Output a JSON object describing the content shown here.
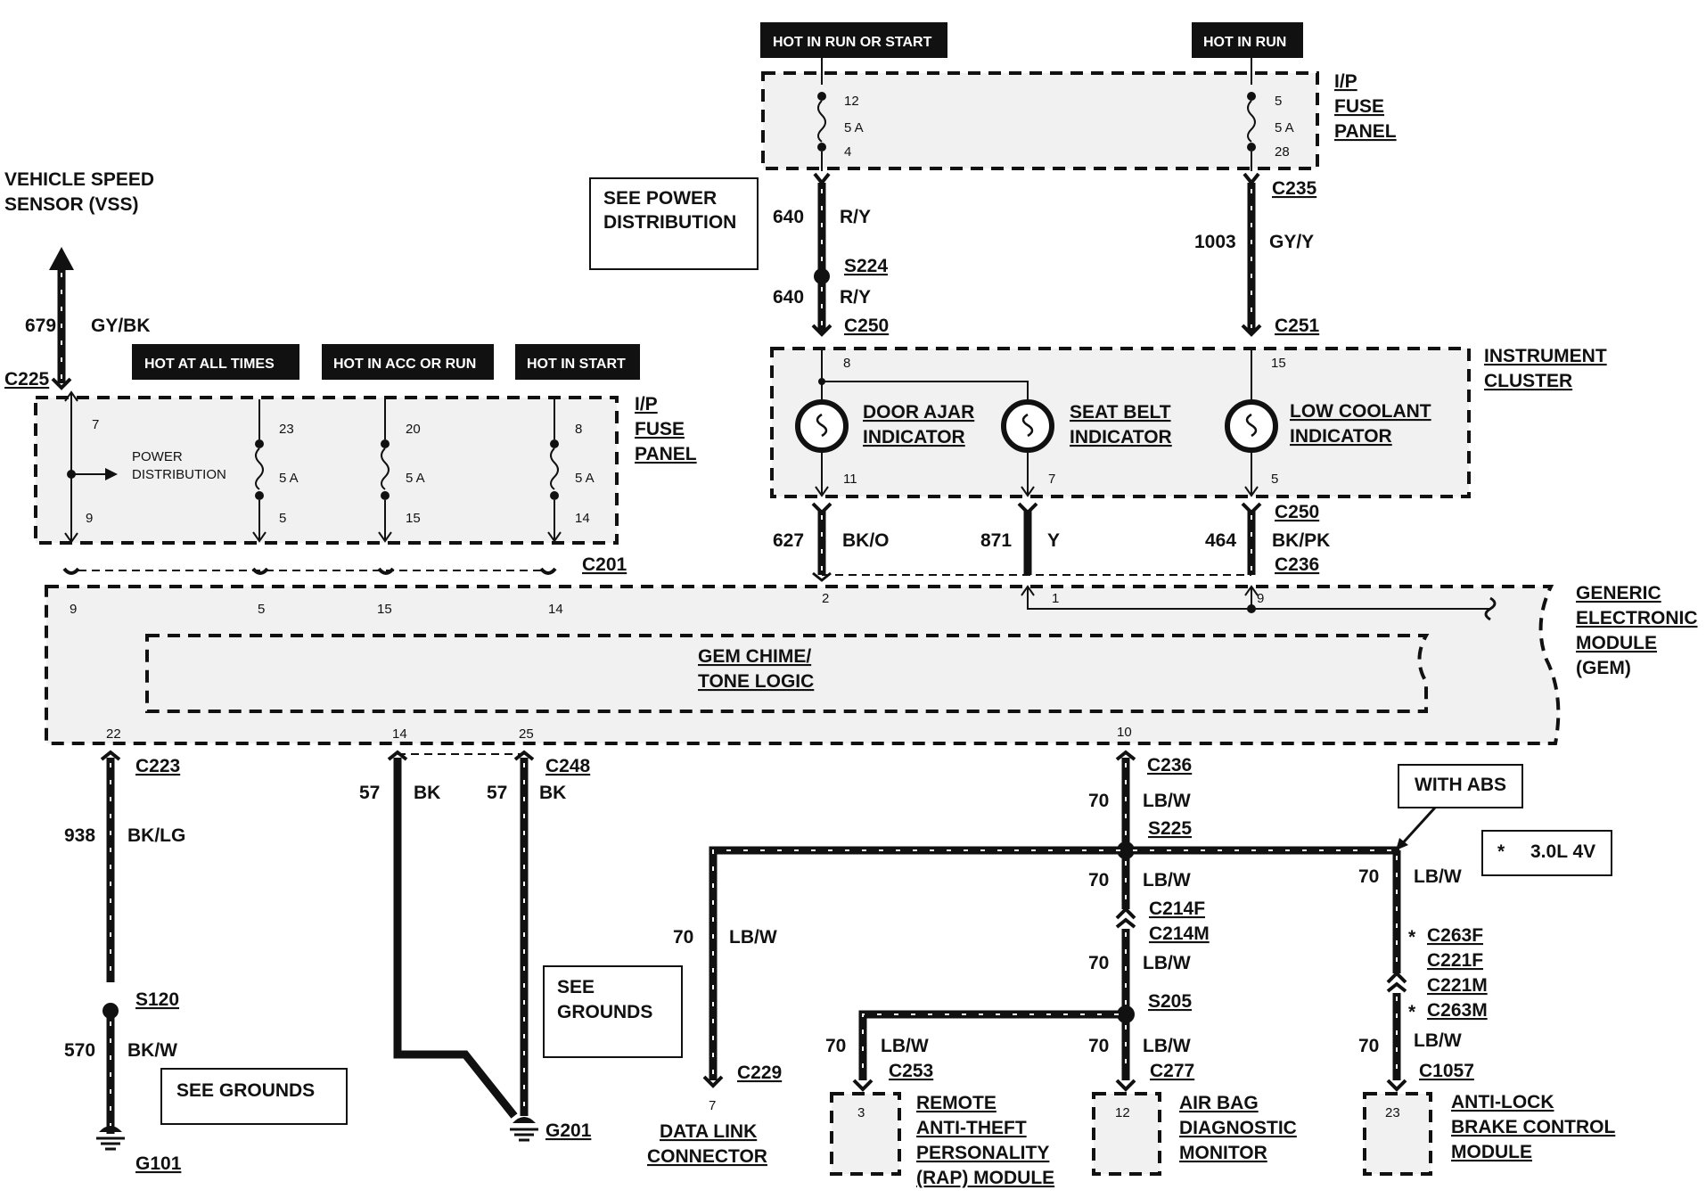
{
  "colors": {
    "ink": "#111111",
    "background": "#ffffff",
    "tag_fill": "#111111",
    "tag_text": "#ffffff"
  },
  "power_tags": {
    "hot_run_or_start": "HOT IN RUN OR START",
    "hot_in_run": "HOT IN RUN",
    "hot_at_all_times": "HOT AT ALL TIMES",
    "hot_acc_or_run": "HOT IN ACC OR RUN",
    "hot_in_start": "HOT IN START"
  },
  "ip_fuse_panel_label": [
    "I/P",
    "FUSE",
    "PANEL"
  ],
  "fuses_top": [
    {
      "in": "12",
      "rating": "5 A",
      "out": "4"
    },
    {
      "in": "5",
      "rating": "5 A",
      "out": "28"
    }
  ],
  "fuses_left": [
    {
      "in": "23",
      "rating": "5 A",
      "out": "5"
    },
    {
      "in": "20",
      "rating": "5 A",
      "out": "15"
    },
    {
      "in": "8",
      "rating": "5 A",
      "out": "14"
    }
  ],
  "fuse_left_pins": {
    "top": "7",
    "bottom": "9"
  },
  "power_distribution_label": [
    "POWER",
    "DISTRIBUTION"
  ],
  "see_power_distribution": [
    "SEE POWER",
    "DISTRIBUTION"
  ],
  "vss_label": [
    "VEHICLE SPEED",
    "SENSOR (VSS)"
  ],
  "instrument_cluster_label": [
    "INSTRUMENT",
    "CLUSTER"
  ],
  "gem_label": [
    "GENERIC",
    "ELECTRONIC",
    "MODULE",
    "(GEM)"
  ],
  "gem_logic": [
    "GEM CHIME/",
    "TONE LOGIC"
  ],
  "indicators": [
    {
      "label": [
        "DOOR AJAR",
        "INDICATOR"
      ]
    },
    {
      "label": [
        "SEAT BELT",
        "INDICATOR"
      ]
    },
    {
      "label": [
        "LOW COOLANT",
        "INDICATOR"
      ]
    }
  ],
  "cluster_pins": {
    "p8": "8",
    "p15": "15",
    "p11": "11",
    "p7": "7",
    "p5": "5"
  },
  "gem_pins": {
    "t9": "9",
    "t5": "5",
    "t15": "15",
    "t14": "14",
    "t2": "2",
    "t1": "1",
    "t9b": "9",
    "b22": "22",
    "b14": "14",
    "b25": "25",
    "b10": "10"
  },
  "connectors": {
    "c225": "C225",
    "c201": "C201",
    "c235": "C235",
    "c250": "C250",
    "c251": "C251",
    "c250b": "C250",
    "c236": "C236",
    "c223": "C223",
    "c248": "C248",
    "c236b": "C236",
    "c214f": "C214F",
    "c214m": "C214M",
    "c263f": "C263F",
    "c221f": "C221F",
    "c221m": "C221M",
    "c263m": "C263M",
    "c229": "C229",
    "c253": "C253",
    "c277": "C277",
    "c1057": "C1057"
  },
  "splices": {
    "s224": "S224",
    "s120": "S120",
    "s225": "S225",
    "s205": "S205"
  },
  "grounds": {
    "g101": "G101",
    "g201": "G201"
  },
  "wires": {
    "w679": {
      "num": "679",
      "color": "GY/BK"
    },
    "w640a": {
      "num": "640",
      "color": "R/Y"
    },
    "w640b": {
      "num": "640",
      "color": "R/Y"
    },
    "w1003": {
      "num": "1003",
      "color": "GY/Y"
    },
    "w627": {
      "num": "627",
      "color": "BK/O"
    },
    "w871": {
      "num": "871",
      "color": "Y"
    },
    "w464": {
      "num": "464",
      "color": "BK/PK"
    },
    "w938": {
      "num": "938",
      "color": "BK/LG"
    },
    "w570": {
      "num": "570",
      "color": "BK/W"
    },
    "w57a": {
      "num": "57",
      "color": "BK"
    },
    "w57b": {
      "num": "57",
      "color": "BK"
    },
    "w70a": {
      "num": "70",
      "color": "LB/W"
    },
    "w70b": {
      "num": "70",
      "color": "LB/W"
    },
    "w70c": {
      "num": "70",
      "color": "LB/W"
    },
    "w70d": {
      "num": "70",
      "color": "LB/W"
    },
    "w70e": {
      "num": "70",
      "color": "LB/W"
    },
    "w70f": {
      "num": "70",
      "color": "LB/W"
    },
    "w70g": {
      "num": "70",
      "color": "LB/W"
    },
    "w70h": {
      "num": "70",
      "color": "LB/W"
    }
  },
  "see_grounds_a": [
    "SEE",
    "GROUNDS"
  ],
  "see_grounds_b": "SEE GROUNDS",
  "with_abs": "WITH ABS",
  "engine_note": {
    "mark": "*",
    "text": "3.0L 4V"
  },
  "star_mark": "*",
  "dlc": {
    "pin": "7",
    "label": [
      "DATA LINK",
      "CONNECTOR"
    ]
  },
  "rap": {
    "pin": "3",
    "label": [
      "REMOTE",
      "ANTI-THEFT",
      "PERSONALITY",
      "(RAP) MODULE"
    ]
  },
  "airbag": {
    "pin": "12",
    "label": [
      "AIR BAG",
      "DIAGNOSTIC",
      "MONITOR"
    ]
  },
  "abs_module": {
    "pin": "23",
    "label": [
      "ANTI-LOCK",
      "BRAKE CONTROL",
      "MODULE"
    ]
  }
}
